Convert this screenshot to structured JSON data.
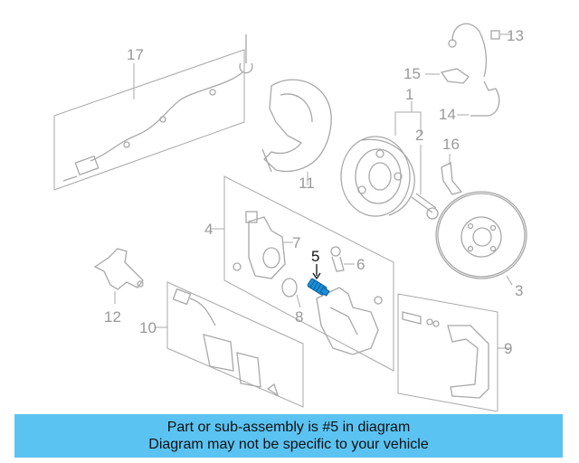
{
  "callouts": {
    "n1": "1",
    "n2": "2",
    "n3": "3",
    "n4": "4",
    "n5": "5",
    "n6": "6",
    "n7": "7",
    "n8": "8",
    "n9": "9",
    "n10": "10",
    "n11": "11",
    "n12": "12",
    "n13": "13",
    "n14": "14",
    "n15": "15",
    "n16": "16",
    "n17": "17"
  },
  "highlighted_part": "5",
  "colors": {
    "banner": "#5bc3f2",
    "highlight": "#1a8fd8",
    "line": "#a8a8a8"
  },
  "banner": {
    "line1": "Part or sub-assembly is #5 in diagram",
    "line2": "Diagram may not be specific to your vehicle"
  }
}
